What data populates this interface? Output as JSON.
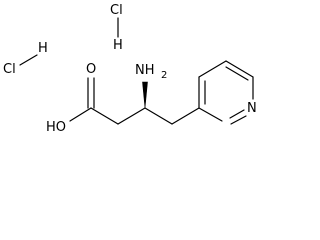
{
  "molecule": {
    "atoms": {
      "cl_right": "Cl",
      "h_right": "H",
      "cl_left": "Cl",
      "h_left": "H",
      "oxygen_carbonyl": "O",
      "hydroxyl": "HO",
      "amine_n": "NH",
      "amine_sub": "2",
      "pyridine_n": "N"
    }
  }
}
